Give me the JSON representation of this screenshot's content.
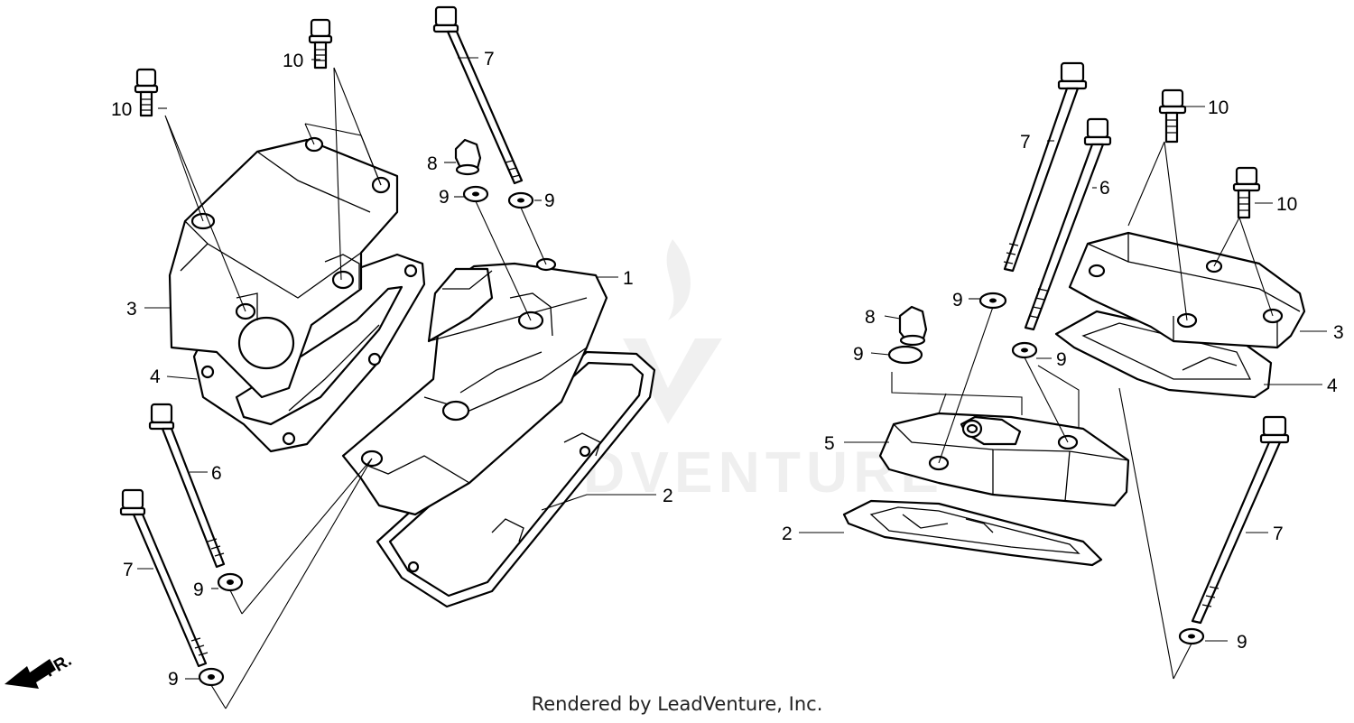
{
  "footer": "Rendered by LeadVenture, Inc.",
  "watermark": "LEADVENTURE",
  "front_indicator": "FR.",
  "callouts": {
    "left": {
      "c10a": "10",
      "c10b": "10",
      "c7a": "7",
      "c8": "8",
      "c9a": "9",
      "c9b": "9",
      "c1": "1",
      "c3": "3",
      "c4": "4",
      "c6": "6",
      "c2": "2",
      "c7b": "7",
      "c9c": "9",
      "c9d": "9"
    },
    "right": {
      "c7a": "7",
      "c6": "6",
      "c10a": "10",
      "c10b": "10",
      "c9a": "9",
      "c8": "8",
      "c9b": "9",
      "c9c": "9",
      "c3": "3",
      "c4": "4",
      "c5": "5",
      "c2": "2",
      "c7b": "7",
      "c9d": "9"
    }
  },
  "colors": {
    "line": "#000000",
    "background": "#ffffff"
  }
}
